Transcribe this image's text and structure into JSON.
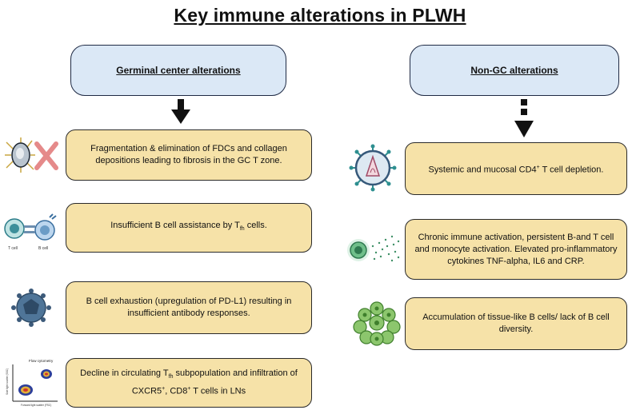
{
  "title": "Key immune alterations in PLWH",
  "left": {
    "header": "Germinal center alterations",
    "items": [
      {
        "text": "Fragmentation & elimination of FDCs and collagen depositions leading to fibrosis  in the GC T zone."
      },
      {
        "pre": "Insufficient B cell assistance by T",
        "sub": "fh",
        "post": " cells."
      },
      {
        "text": "B cell exhaustion (upregulation of PD-L1) resulting in insufficient antibody responses."
      },
      {
        "pre": "Decline in circulating T",
        "sub": "fh",
        "mid": " subpopulation and infiltration of  CXCR5",
        "sup1": "+",
        "mid2": ", CD8",
        "sup2": "+",
        "post": " T cells in LNs"
      }
    ]
  },
  "right": {
    "header": "Non-GC alterations",
    "items": [
      {
        "pre": "Systemic and mucosal CD4",
        "sup": "+",
        "post": " T cell depletion."
      },
      {
        "text": "Chronic immune activation, persistent B-and T cell and monocyte activation. Elevated pro-inflammatory cytokines TNF-alpha, IL6 and CRP."
      },
      {
        "text": "Accumulation of tissue-like B cells/ lack of B cell diversity."
      }
    ]
  },
  "icon_labels": {
    "t_cell": "T cell",
    "b_cell": "B cell",
    "flow_title": "Flow cytometry",
    "flow_x": "Forward light scatter (FSC)",
    "flow_y": "Side light scatter (SSC)"
  },
  "colors": {
    "box_fill": "#f6e2a8",
    "header_fill": "#dbe8f6",
    "arrow": "#111111"
  },
  "icons": [
    "fdc-crossed-icon",
    "tfh-bcell-interaction-icon",
    "exhausted-bcell-icon",
    "flow-cytometry-plot-icon",
    "hiv-virus-icon",
    "cytokine-release-icon",
    "bcell-cluster-icon"
  ]
}
